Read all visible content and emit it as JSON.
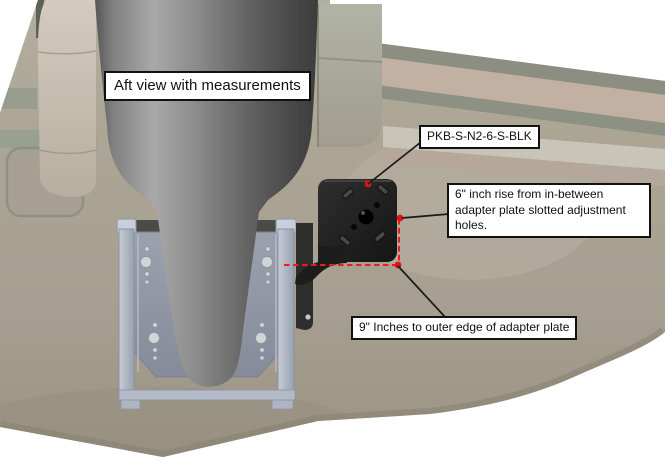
{
  "diagram": {
    "title": "Aft view with measurements",
    "part_label": "PKB-S-N2-6-S-BLK",
    "notes": {
      "rise": "6\" inch rise from in-between adapter plate slotted adjustment holes.",
      "width": "9\" Inches to outer edge of adapter plate"
    },
    "measurements": {
      "rise_inches": 6,
      "width_inches": 9
    },
    "colors": {
      "accent_red": "#e81c1c",
      "hull_tan": "#aaa395",
      "bracket_black": "#1f1f1f",
      "plate_silver": "#b4bac7",
      "callout_bg": "#ffffff",
      "callout_border": "#111111"
    }
  }
}
